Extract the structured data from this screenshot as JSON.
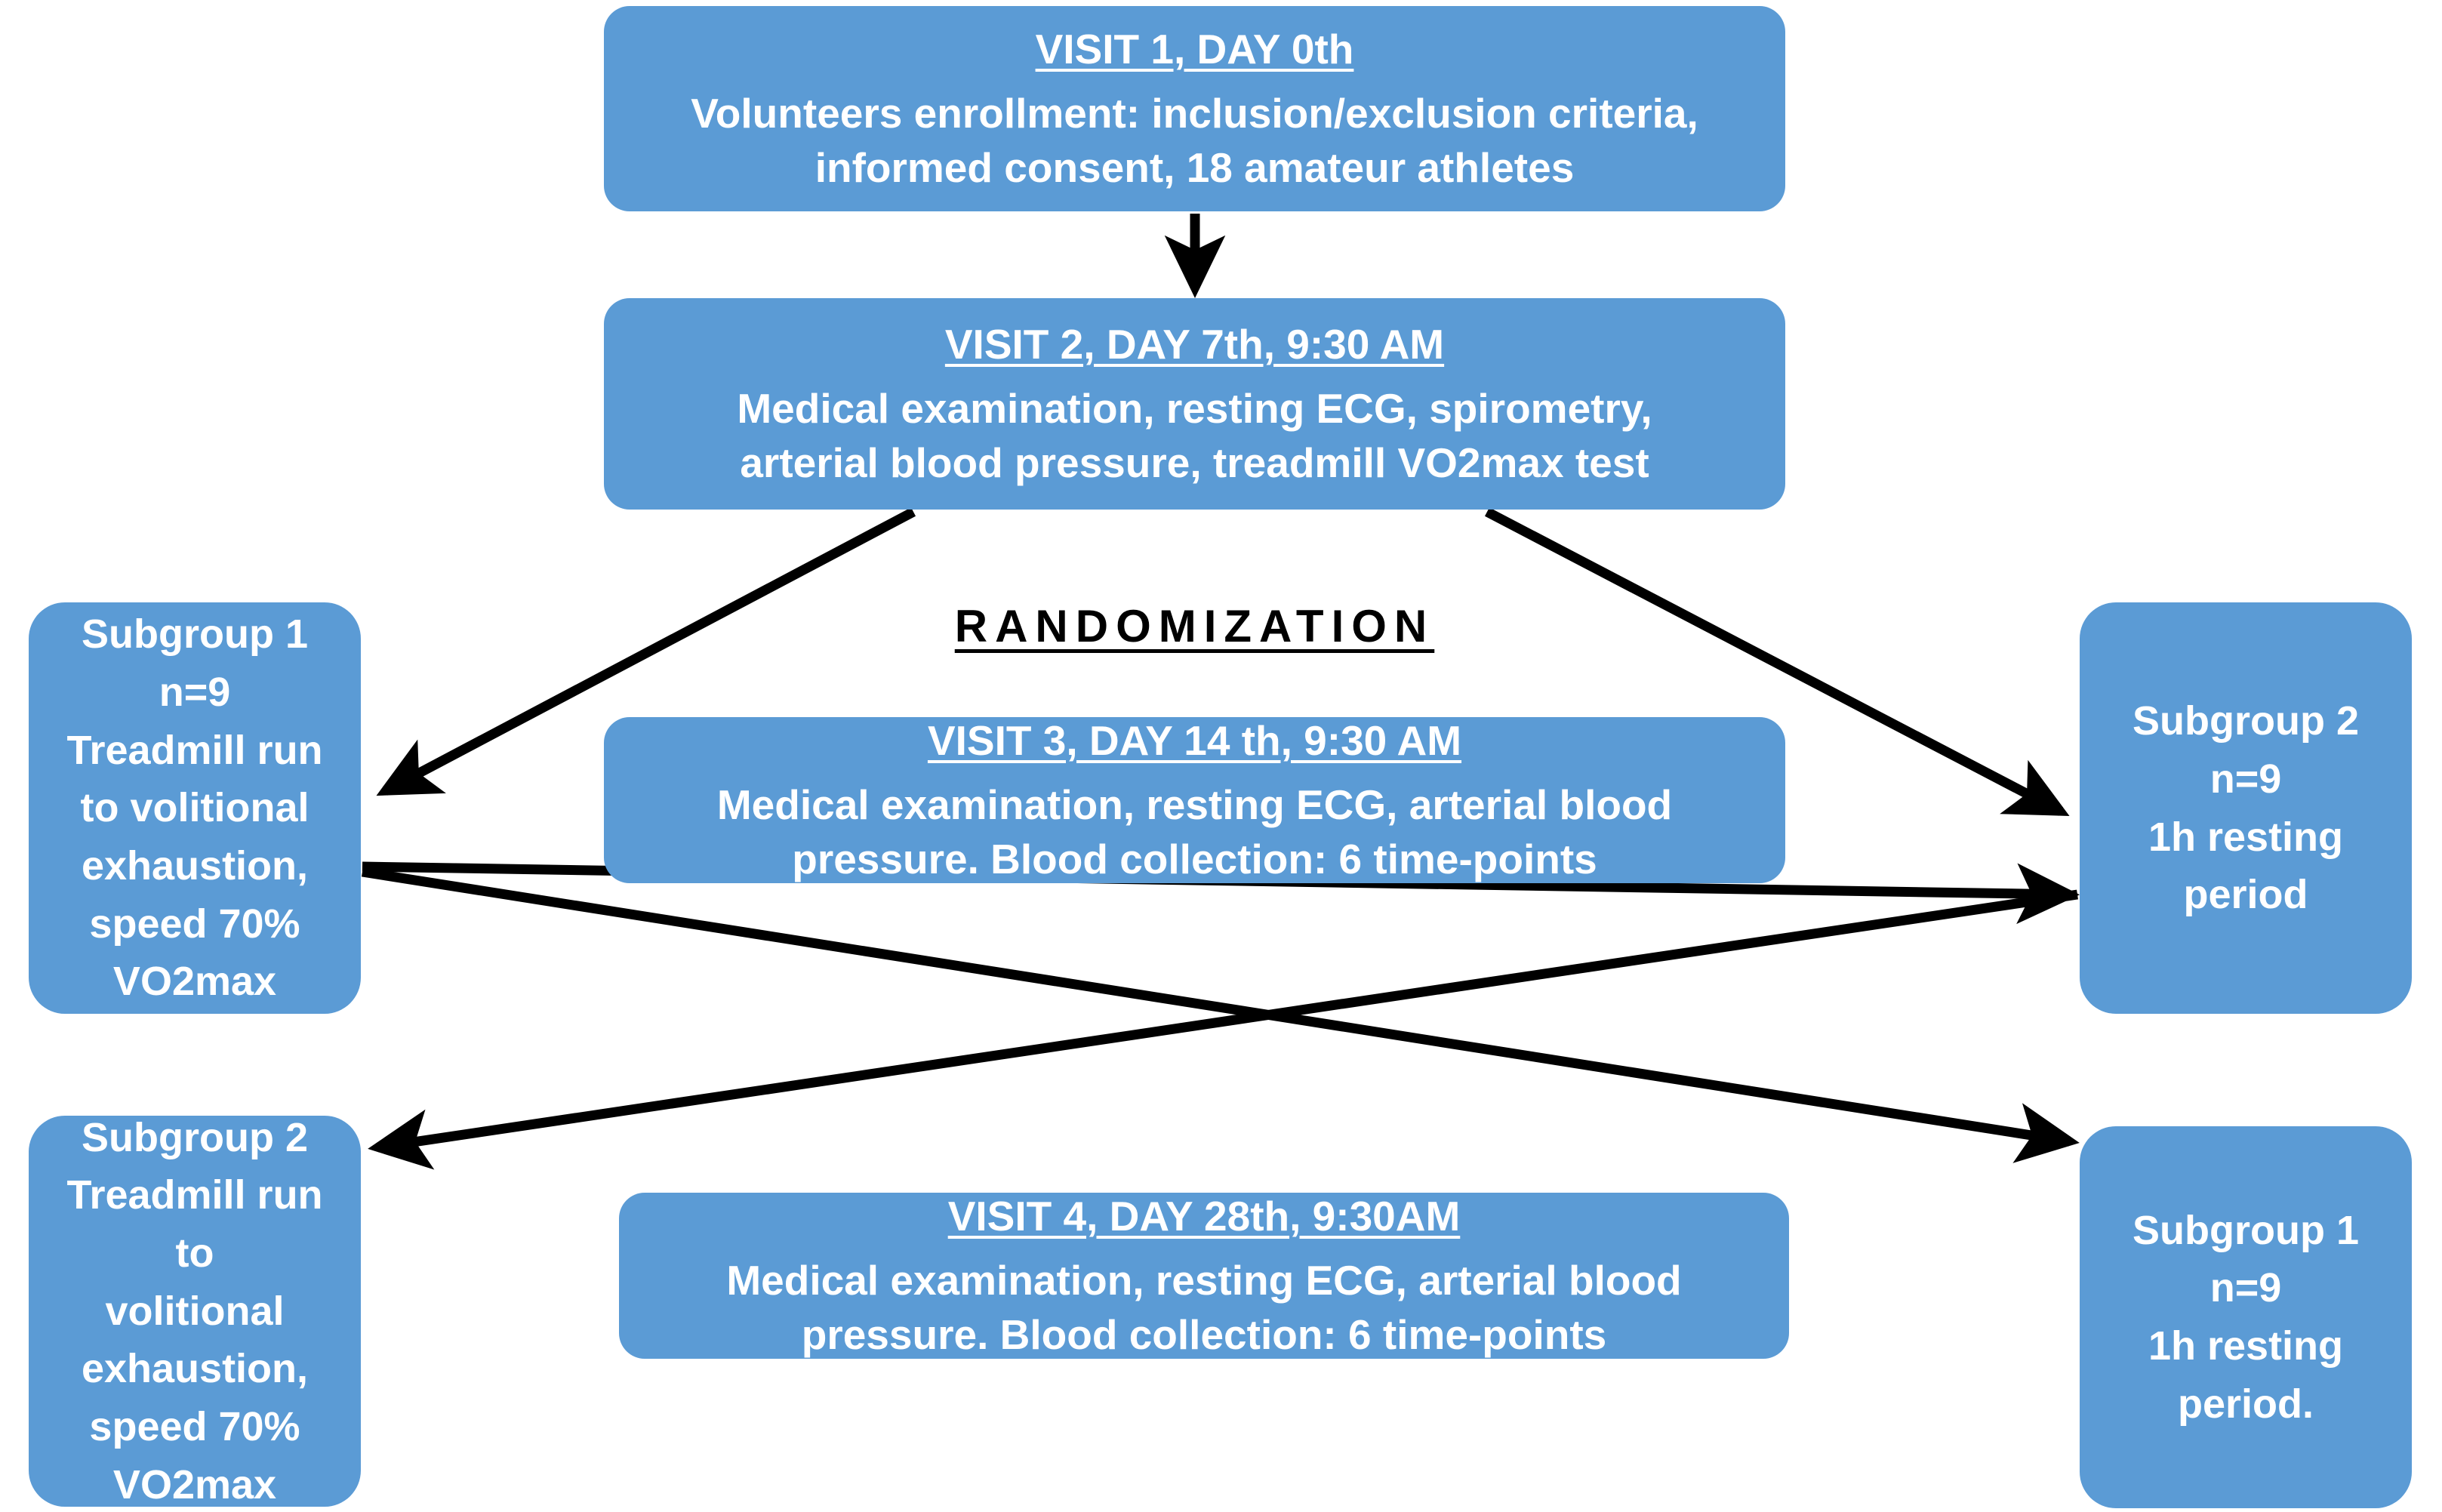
{
  "diagram": {
    "title_text": "RANDOMIZATION",
    "accent_color": "#5B9BD5",
    "arrow_color": "#000000",
    "background_color": "#FFFFFF",
    "nodes": {
      "visit1": {
        "title": "VISIT 1, DAY 0th",
        "line1": "Volunteers enrollment: inclusion/exclusion criteria,",
        "line2": "informed consent, 18 amateur athletes"
      },
      "visit2": {
        "title": "VISIT 2, DAY 7th, 9:30 AM",
        "line1": "Medical examination, resting ECG, spirometry,",
        "line2": "arterial blood pressure, treadmill VO2max test"
      },
      "visit3": {
        "title": "VISIT 3, DAY 14 th, 9:30 AM",
        "line1": "Medical examination, resting ECG, arterial blood",
        "line2": "pressure. Blood collection: 6 time-points"
      },
      "visit4": {
        "title": "VISIT 4, DAY 28th, 9:30AM",
        "line1": "Medical examination, resting ECG, arterial blood",
        "line2": "pressure. Blood collection: 6 time-points"
      },
      "subgroup1_top": {
        "line1": "Subgroup 1",
        "line2": "n=9",
        "line3": "Treadmill run",
        "line4": "to volitional",
        "line5": "exhaustion,",
        "line6": "speed 70%",
        "line7": "VO2max"
      },
      "subgroup2_top": {
        "line1": "Subgroup 2",
        "line2": "n=9",
        "line3": "1h resting",
        "line4": "period"
      },
      "subgroup2_bottom": {
        "line1": "Subgroup 2",
        "line2": "Treadmill run to",
        "line3": "volitional",
        "line4": "exhaustion,",
        "line5": "speed 70%",
        "line6": "VO2max"
      },
      "subgroup1_bottom": {
        "line1": "Subgroup 1",
        "line2": "n=9",
        "line3": "1h resting",
        "line4": "period."
      }
    },
    "connectors": [
      {
        "name": "visit1-to-visit2",
        "from": "visit1",
        "to": "visit2",
        "style": "straight-down-arrow"
      },
      {
        "name": "visit2-to-subgroup1-top",
        "from": "visit2",
        "to": "subgroup1_top",
        "style": "diagonal-arrow"
      },
      {
        "name": "visit2-to-subgroup2-top",
        "from": "visit2",
        "to": "subgroup2_top",
        "style": "diagonal-arrow"
      },
      {
        "name": "subgroup1-top-to-subgroup2-top-crossover",
        "from": "subgroup1_top",
        "to": "subgroup2_top",
        "style": "crossing-arrow"
      },
      {
        "name": "subgroup2-top-to-subgroup2-bottom-crossover",
        "from": "subgroup2_top",
        "to": "subgroup2_bottom",
        "style": "crossing-arrow"
      }
    ]
  }
}
